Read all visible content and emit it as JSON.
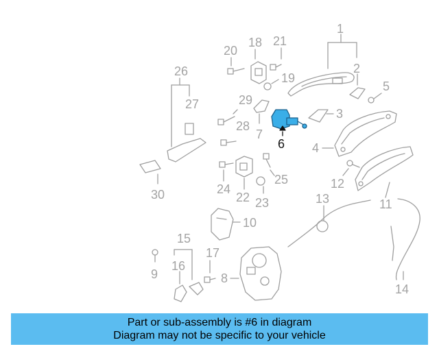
{
  "diagram": {
    "highlight_color": "#3aaee8",
    "part_color": "#a3a3a3",
    "callouts": [
      "1",
      "2",
      "3",
      "4",
      "5",
      "6",
      "7",
      "8",
      "9",
      "10",
      "11",
      "12",
      "13",
      "14",
      "15",
      "16",
      "17",
      "18",
      "19",
      "20",
      "21",
      "22",
      "23",
      "24",
      "25",
      "26",
      "27",
      "28",
      "29",
      "30"
    ],
    "highlighted_callout": "6"
  },
  "banner": {
    "line1": "Part or sub-assembly is #6 in diagram",
    "line2": "Diagram may not be specific to your vehicle",
    "color": "#5bbcf0"
  }
}
